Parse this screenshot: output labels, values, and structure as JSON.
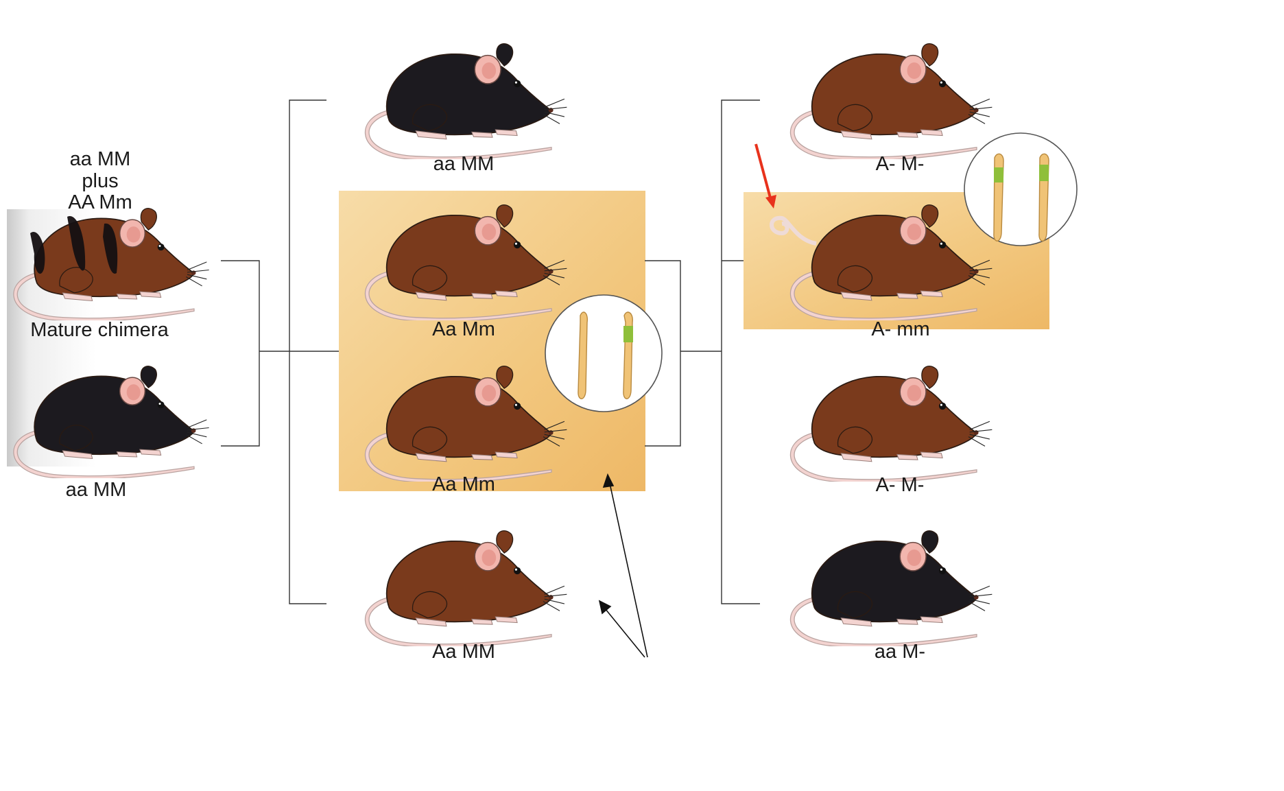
{
  "colors": {
    "brown_fur": "#7a3a1c",
    "black_fur": "#1c1a1f",
    "highlight_panel": "#f2c77e",
    "tail_pink": "#f3d3d0",
    "ear_pink": "#f2b6ae",
    "chromosome": "#f0c376",
    "transgene_band": "#8fbf3a",
    "red_arrow": "#e8321c",
    "bracket_line": "#333333"
  },
  "labels": {
    "chimera_parent_top": "aa MM",
    "chimera_parent_plus": "plus",
    "chimera_parent_bottom": "AA Mm",
    "mature_chimera": "Mature chimera",
    "parent_aaMM": "aa MM",
    "f1_top": "aa MM",
    "f1_second": "Aa Mm",
    "f1_third": "Aa Mm",
    "f1_bottom": "Aa MM",
    "f2_top": "A- M-",
    "f2_second": "A- mm",
    "f2_third": "A- M-",
    "f2_bottom": "aa M-"
  },
  "mice": [
    {
      "name": "mouse-chimera",
      "fur": "brown",
      "stripes": true
    },
    {
      "name": "mouse-parent-aaMM",
      "fur": "black"
    },
    {
      "name": "mouse-f1-aaMM",
      "fur": "black"
    },
    {
      "name": "mouse-f1-AaMm-1",
      "fur": "brown"
    },
    {
      "name": "mouse-f1-AaMm-2",
      "fur": "brown"
    },
    {
      "name": "mouse-f1-AaMM",
      "fur": "brown"
    },
    {
      "name": "mouse-f2-AM-1",
      "fur": "brown"
    },
    {
      "name": "mouse-f2-Amm",
      "fur": "brown",
      "curly_tail": true
    },
    {
      "name": "mouse-f2-AM-2",
      "fur": "brown"
    },
    {
      "name": "mouse-f2-aaM",
      "fur": "black"
    }
  ],
  "insets": [
    {
      "name": "chromosome-inset-f1",
      "marked": [
        false,
        true
      ]
    },
    {
      "name": "chromosome-inset-f2",
      "marked": [
        true,
        true
      ]
    }
  ]
}
